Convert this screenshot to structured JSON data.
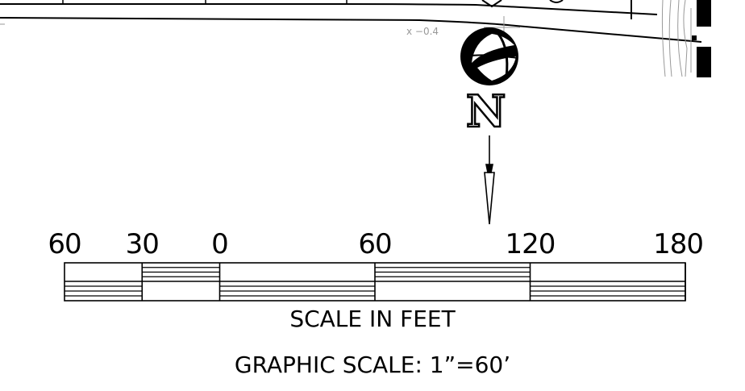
{
  "annotations": {
    "spot_elevation": "x −0.4"
  },
  "north_arrow": {
    "letter": "N"
  },
  "graphic_scale": {
    "ticks": [
      {
        "label": "60",
        "value": -60
      },
      {
        "label": "30",
        "value": -30
      },
      {
        "label": "0",
        "value": 0
      },
      {
        "label": "60",
        "value": 60
      },
      {
        "label": "120",
        "value": 120
      },
      {
        "label": "180",
        "value": 180
      }
    ],
    "unit_caption": "SCALE IN FEET",
    "scale_caption": "GRAPHIC SCALE: 1”=60’"
  },
  "colors": {
    "ink": "#000000",
    "light_ink": "#999999",
    "background": "#ffffff"
  }
}
